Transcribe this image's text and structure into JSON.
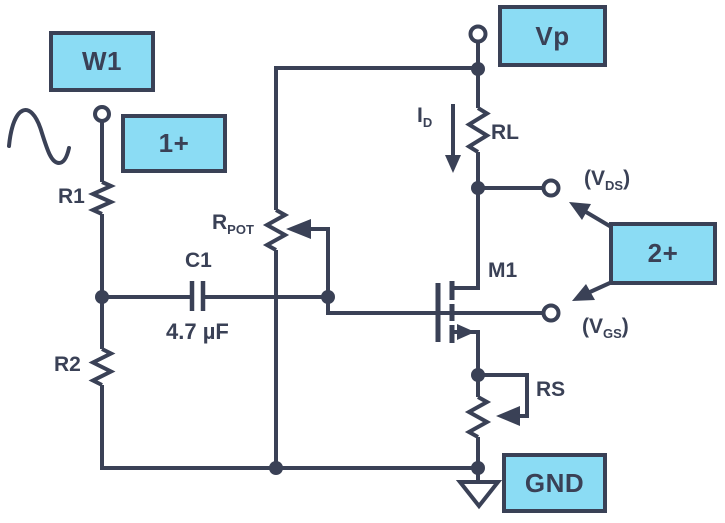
{
  "colors": {
    "line": "#3A4156",
    "box_fill": "#8BDCF4",
    "box_border": "#3A4156",
    "background": "#FFFFFF"
  },
  "scope_boxes": {
    "w1": {
      "label": "W1"
    },
    "ch1": {
      "label": "1+"
    },
    "vp": {
      "label": "Vp"
    },
    "ch2": {
      "label": "2+"
    },
    "gnd": {
      "label": "GND"
    }
  },
  "component_labels": {
    "r1": "R1",
    "r2": "R2",
    "rl": "RL",
    "rs": "RS",
    "c1": "C1",
    "c1_value": "4.7 µF",
    "m1": "M1",
    "rpot": {
      "base": "R",
      "sub": "POT"
    },
    "id_current": {
      "base": "I",
      "sub": "D"
    },
    "vds": {
      "open": "(V",
      "sub": "DS",
      "close": ")"
    },
    "vgs": {
      "open": "(V",
      "sub": "GS",
      "close": ")"
    }
  }
}
